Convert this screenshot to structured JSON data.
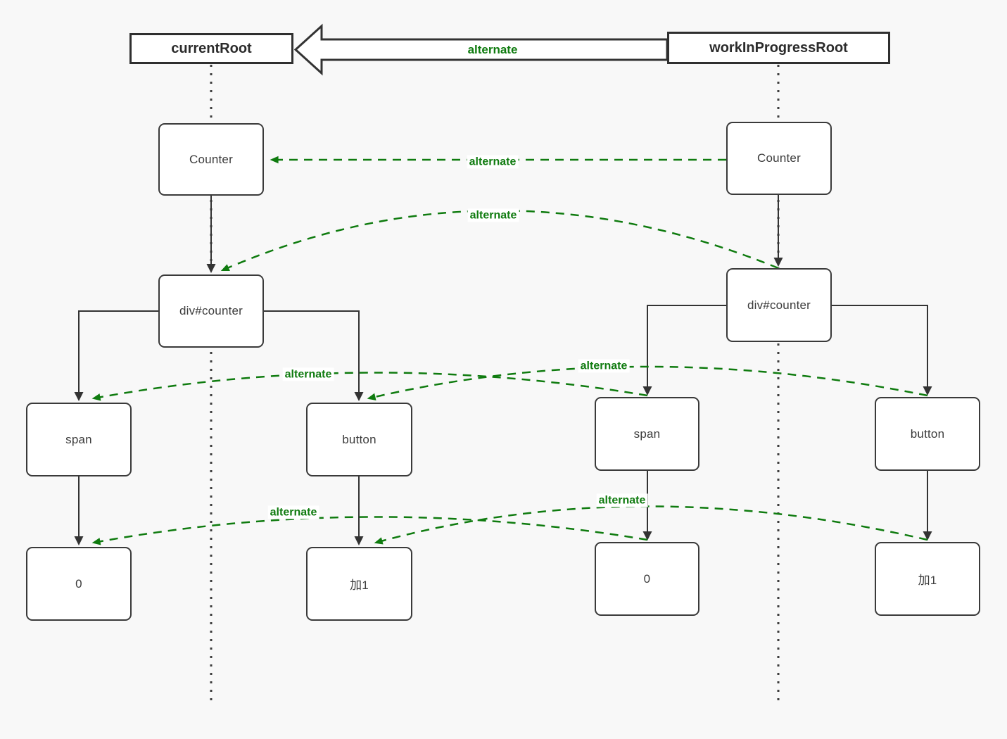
{
  "nodes": {
    "current_root": "currentRoot",
    "wip_root": "workInProgressRoot",
    "component": "Counter",
    "host_div": "div#counter",
    "span": "span",
    "button": "button",
    "text_zero": "0",
    "text_plus1": "加1"
  },
  "edges": {
    "alternate_label": "alternate"
  },
  "colors": {
    "alternate_green": "#0f7b0f",
    "node_border": "#3a3a3a",
    "arrow_black": "#333333",
    "background": "#f8f8f8",
    "node_fill": "#ffffff"
  }
}
